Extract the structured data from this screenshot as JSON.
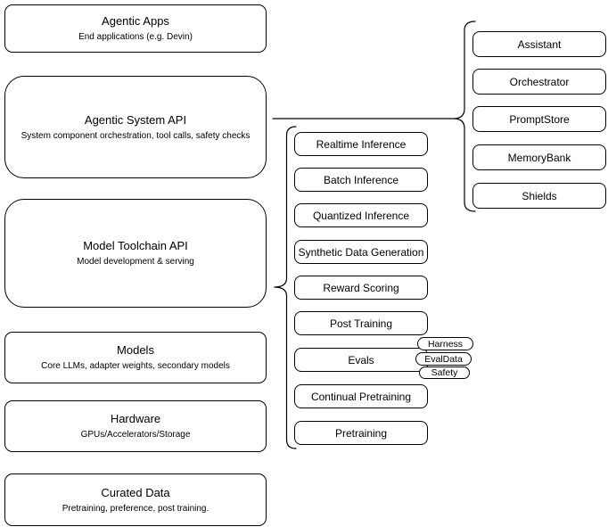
{
  "diagram": {
    "colors": {
      "stroke": "#000000",
      "background": "#ffffff",
      "text": "#000000"
    },
    "stack": [
      {
        "title": "Agentic Apps",
        "subtitle": "End applications (e.g. Devin)"
      },
      {
        "title": "Agentic System API",
        "subtitle": "System component orchestration, tool calls, safety checks"
      },
      {
        "title": "Model Toolchain API",
        "subtitle": "Model development & serving"
      },
      {
        "title": "Models",
        "subtitle": "Core LLMs, adapter weights, secondary models"
      },
      {
        "title": "Hardware",
        "subtitle": "GPUs/Accelerators/Storage"
      },
      {
        "title": "Curated Data",
        "subtitle": "Pretraining, preference, post training."
      }
    ],
    "toolchain": {
      "items": [
        "Realtime Inference",
        "Batch Inference",
        "Quantized Inference",
        "Synthetic Data Generation",
        "Reward Scoring",
        "Post Training",
        "Evals",
        "Continual Pretraining",
        "Pretraining"
      ]
    },
    "evals_tags": [
      "Harness",
      "EvalData",
      "Safety"
    ],
    "system_components": {
      "items": [
        "Assistant",
        "Orchestrator",
        "PromptStore",
        "MemoryBank",
        "Shields"
      ]
    }
  }
}
